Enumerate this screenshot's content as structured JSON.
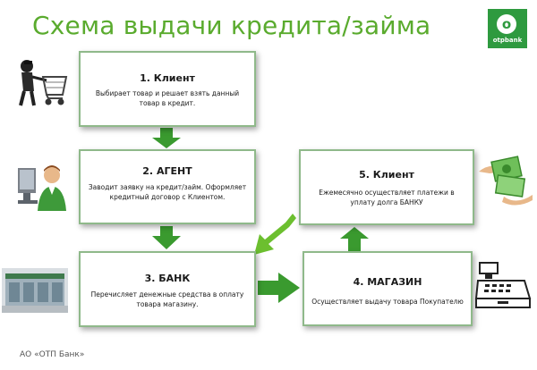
{
  "title": "Схема выдачи кредита/займа",
  "logo": {
    "glyph": "o",
    "text": "otpbank"
  },
  "boxes": {
    "b1": {
      "title": "1. Клиент",
      "text": "Выбирает товар и решает взять  данный товар в кредит."
    },
    "b2": {
      "title": "2. АГЕНТ",
      "text": "Заводит заявку на кредит/займ. Оформляет кредитный договор с Клиентом."
    },
    "b3": {
      "title": "3. БАНК",
      "text": "Перечисляет денежные средства в оплату товара магазину."
    },
    "b4": {
      "title": "4. МАГАЗИН",
      "text": "Осуществляет выдачу товара Покупателю"
    },
    "b5": {
      "title": "5. Клиент",
      "text": "Ежемесячно осуществляет платежи в уплату долга БАНКУ"
    }
  },
  "footer": "АО «ОТП Банк»",
  "colors": {
    "title": "#5aab2e",
    "arrow": "#3a9a2f",
    "box_border": "#8fb98a",
    "logo": "#2e9a3f"
  },
  "icons": {
    "client1": "shopping-cart-icon",
    "agent": "computer-user-icon",
    "bank": "bank-building-icon",
    "store": "cash-register-icon",
    "payment": "money-hands-icon"
  }
}
